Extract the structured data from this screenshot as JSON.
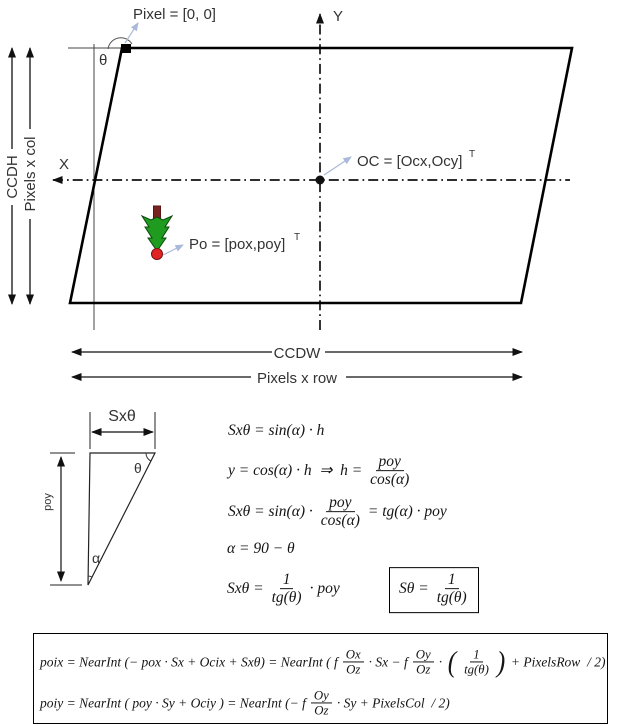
{
  "diagram": {
    "pixel_label": "Pixel = [0, 0]",
    "y_axis": "Y",
    "x_axis": "X",
    "theta": "θ",
    "oc_label": "OC  = [Ocx,Ocy]",
    "oc_sup": "T",
    "po_label": "Po  = [pox,poy]",
    "po_sup": "T",
    "ccdh": "CCDH",
    "pixels_col": "Pixels x col",
    "ccdw": "CCDW",
    "pixels_row": "Pixels x row"
  },
  "triangle": {
    "sx_theta": "Sxθ",
    "theta": "θ",
    "alpha": "α",
    "poy": "poy"
  },
  "formulas": {
    "line1": "Sxθ = sin(α) · h",
    "line2_pre": "y = cos(α) · h  ⇒  h =",
    "line2_num": "poy",
    "line2_den": "cos(α)",
    "line3_pre": "Sxθ = sin(α) ·",
    "line3_num": "poy",
    "line3_den": "cos(α)",
    "line3_post": "= tg(α) · poy",
    "line4": "α = 90 − θ",
    "line5_pre": "Sxθ =",
    "line5_num": "1",
    "line5_den": "tg(θ)",
    "line5_post": "· poy",
    "boxed_pre": "Sθ =",
    "boxed_num": "1",
    "boxed_den": "tg(θ)"
  },
  "projection": {
    "l1_seg1": "poix = NearInt (− pox · Sx + Ocix + Sxθ) = NearInt ( f",
    "l1_f1_num": "Ox",
    "l1_f1_den": "Oz",
    "l1_seg2": "· Sx − f",
    "l1_f2_num": "Oy",
    "l1_f2_den": "Oz",
    "l1_seg3": "·",
    "l1_paren_open": "(",
    "l1_f3_num": "1",
    "l1_f3_den": "tg(θ)",
    "l1_paren_close": ")",
    "l1_seg4": "+ PixelsRow  / 2)",
    "l2_seg1": "poiy = NearInt ( poy · Sy + Ociy ) = NearInt (− f",
    "l2_f1_num": "Oy",
    "l2_f1_den": "Oz",
    "l2_seg2": "· Sy + PixelsCol  / 2)"
  },
  "colors": {
    "line_black": "#111111",
    "callout_blue": "#a9b9da",
    "tree_green": "#1f9b1f",
    "tree_outline": "#0c4a0c",
    "trunk_maroon": "#7a2121",
    "point_red": "#e02424",
    "point_red_edge": "#7a0f0f"
  }
}
